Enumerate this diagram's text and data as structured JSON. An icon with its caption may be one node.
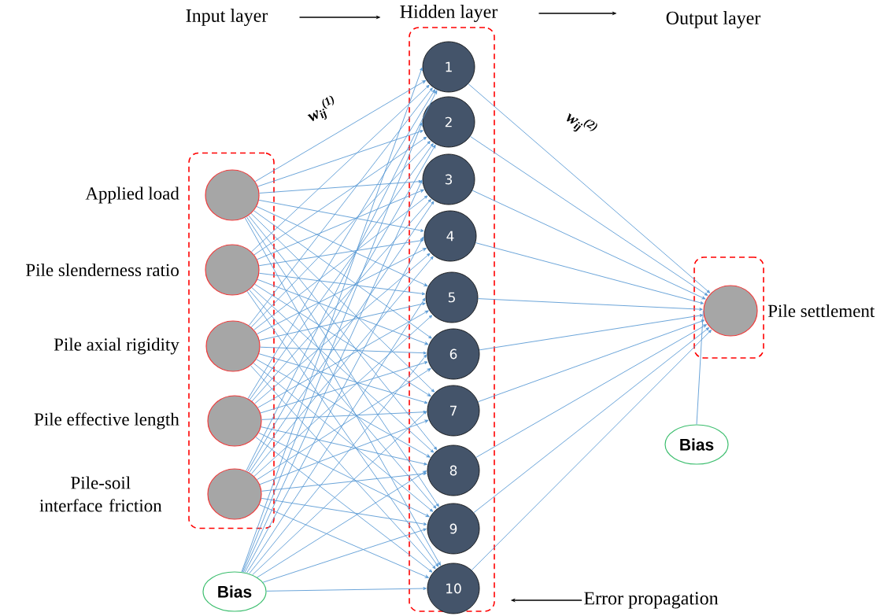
{
  "diagram": {
    "nodes": [
      {
        "text": [],
        "shape": "box"
      },
      {
        "text": [],
        "shape": "circle",
        "beside": [
          "Applied load"
        ],
        "in": 0
      },
      {
        "text": [],
        "shape": "circle",
        "beside": [
          "Pile slenderness ratio"
        ],
        "in": 0
      },
      {
        "text": [],
        "shape": "circle",
        "beside": [
          "Pile axial rigidity"
        ],
        "in": 0
      },
      {
        "text": [],
        "shape": "circle",
        "beside": [
          "Pile effective length"
        ],
        "in": 0
      },
      {
        "text": [],
        "shape": "circle",
        "beside": [
          "Pile-soil interface friction"
        ],
        "in": 0
      },
      {
        "text": [],
        "shape": "box"
      },
      {
        "text": [
          "1"
        ],
        "in": 6
      },
      {
        "text": [
          "2"
        ],
        "in": 6
      },
      {
        "text": [
          "3"
        ],
        "in": 6
      },
      {
        "text": [
          "4"
        ],
        "in": 6
      },
      {
        "text": [
          "5"
        ],
        "in": 6
      },
      {
        "text": [
          "6"
        ],
        "in": 6
      },
      {
        "text": [
          "7"
        ],
        "in": 6
      },
      {
        "text": [
          "8"
        ],
        "in": 6
      },
      {
        "text": [
          "9"
        ],
        "in": 6
      },
      {
        "text": [
          "10"
        ],
        "in": 6
      },
      {
        "text": [],
        "shape": "box"
      },
      {
        "text": [],
        "shape": "circle",
        "beside": [
          "Pile settlement"
        ],
        "in": 17
      },
      {
        "text": [
          "Bias"
        ]
      },
      {
        "text": [
          "Bias"
        ]
      },
      {
        "text": [
          "Input layer"
        ]
      },
      {
        "text": [
          "Hidden layer"
        ]
      },
      {
        "text": [
          "Output layer"
        ]
      },
      {
        "text": [
          "Error propagation"
        ]
      }
    ],
    "edges": [
      {
        "from": 1,
        "to": 7,
        "arrow": "to"
      },
      {
        "from": 1,
        "to": 8,
        "arrow": "to"
      },
      {
        "from": 1,
        "to": 9,
        "arrow": "to"
      },
      {
        "from": 1,
        "to": 10,
        "arrow": "to"
      },
      {
        "from": 1,
        "to": 11,
        "arrow": "to"
      },
      {
        "from": 1,
        "to": 12,
        "arrow": "to"
      },
      {
        "from": 1,
        "to": 13,
        "arrow": "to"
      },
      {
        "from": 1,
        "to": 14,
        "arrow": "to"
      },
      {
        "from": 1,
        "to": 15,
        "arrow": "to"
      },
      {
        "from": 1,
        "to": 16,
        "arrow": "to"
      },
      {
        "from": 2,
        "to": 7,
        "arrow": "to"
      },
      {
        "from": 2,
        "to": 8,
        "arrow": "to"
      },
      {
        "from": 2,
        "to": 9,
        "arrow": "to"
      },
      {
        "from": 2,
        "to": 10,
        "arrow": "to"
      },
      {
        "from": 2,
        "to": 11,
        "arrow": "to"
      },
      {
        "from": 2,
        "to": 12,
        "arrow": "to"
      },
      {
        "from": 2,
        "to": 13,
        "arrow": "to"
      },
      {
        "from": 2,
        "to": 14,
        "arrow": "to"
      },
      {
        "from": 2,
        "to": 15,
        "arrow": "to"
      },
      {
        "from": 2,
        "to": 16,
        "arrow": "to"
      },
      {
        "from": 3,
        "to": 7,
        "arrow": "to"
      },
      {
        "from": 3,
        "to": 8,
        "arrow": "to"
      },
      {
        "from": 3,
        "to": 9,
        "arrow": "to"
      },
      {
        "from": 3,
        "to": 10,
        "arrow": "to"
      },
      {
        "from": 3,
        "to": 11,
        "arrow": "to"
      },
      {
        "from": 3,
        "to": 12,
        "arrow": "to"
      },
      {
        "from": 3,
        "to": 13,
        "arrow": "to"
      },
      {
        "from": 3,
        "to": 14,
        "arrow": "to"
      },
      {
        "from": 3,
        "to": 15,
        "arrow": "to"
      },
      {
        "from": 3,
        "to": 16,
        "arrow": "to"
      },
      {
        "from": 4,
        "to": 7,
        "arrow": "to"
      },
      {
        "from": 4,
        "to": 8,
        "arrow": "to"
      },
      {
        "from": 4,
        "to": 9,
        "arrow": "to"
      },
      {
        "from": 4,
        "to": 10,
        "arrow": "to"
      },
      {
        "from": 4,
        "to": 11,
        "arrow": "to"
      },
      {
        "from": 4,
        "to": 12,
        "arrow": "to"
      },
      {
        "from": 4,
        "to": 13,
        "arrow": "to"
      },
      {
        "from": 4,
        "to": 14,
        "arrow": "to"
      },
      {
        "from": 4,
        "to": 15,
        "arrow": "to"
      },
      {
        "from": 4,
        "to": 16,
        "arrow": "to"
      },
      {
        "from": 5,
        "to": 7,
        "arrow": "to"
      },
      {
        "from": 5,
        "to": 8,
        "arrow": "to"
      },
      {
        "from": 5,
        "to": 9,
        "arrow": "to"
      },
      {
        "from": 5,
        "to": 10,
        "arrow": "to"
      },
      {
        "from": 5,
        "to": 11,
        "arrow": "to"
      },
      {
        "from": 5,
        "to": 12,
        "arrow": "to"
      },
      {
        "from": 5,
        "to": 13,
        "arrow": "to"
      },
      {
        "from": 5,
        "to": 14,
        "arrow": "to"
      },
      {
        "from": 5,
        "to": 15,
        "arrow": "to"
      },
      {
        "from": 5,
        "to": 16,
        "arrow": "to"
      },
      {
        "from": 19,
        "to": 7,
        "arrow": "to"
      },
      {
        "from": 19,
        "to": 8,
        "arrow": "to"
      },
      {
        "from": 19,
        "to": 9,
        "arrow": "to"
      },
      {
        "from": 19,
        "to": 10,
        "arrow": "to"
      },
      {
        "from": 19,
        "to": 11,
        "arrow": "to"
      },
      {
        "from": 19,
        "to": 12,
        "arrow": "to"
      },
      {
        "from": 19,
        "to": 13,
        "arrow": "to"
      },
      {
        "from": 19,
        "to": 14,
        "arrow": "to"
      },
      {
        "from": 19,
        "to": 15,
        "arrow": "to"
      },
      {
        "from": 19,
        "to": 16,
        "arrow": "to"
      },
      {
        "from": 7,
        "to": 18,
        "arrow": "to"
      },
      {
        "from": 8,
        "to": 18,
        "arrow": "to"
      },
      {
        "from": 9,
        "to": 18,
        "arrow": "to"
      },
      {
        "from": 10,
        "to": 18,
        "arrow": "to"
      },
      {
        "from": 11,
        "to": 18,
        "arrow": "to"
      },
      {
        "from": 12,
        "to": 18,
        "arrow": "to"
      },
      {
        "from": 13,
        "to": 18,
        "arrow": "to"
      },
      {
        "from": 14,
        "to": 18,
        "arrow": "to"
      },
      {
        "from": 15,
        "to": 18,
        "arrow": "to"
      },
      {
        "from": 16,
        "to": 18,
        "arrow": "to"
      },
      {
        "from": 20,
        "to": 18,
        "arrow": "none"
      },
      {
        "from": 21,
        "to": 22,
        "arrow": "to",
        "color": "#000000"
      },
      {
        "from": 22,
        "to": 23,
        "arrow": "to",
        "color": "#000000"
      },
      {
        "from": 24,
        "to": 6,
        "arrow": "to",
        "color": "#000000"
      }
    ],
    "labels": [
      "w$_{ij}$$^{(1)}$",
      "w$_{ij}$$^{(2)}$"
    ]
  }
}
